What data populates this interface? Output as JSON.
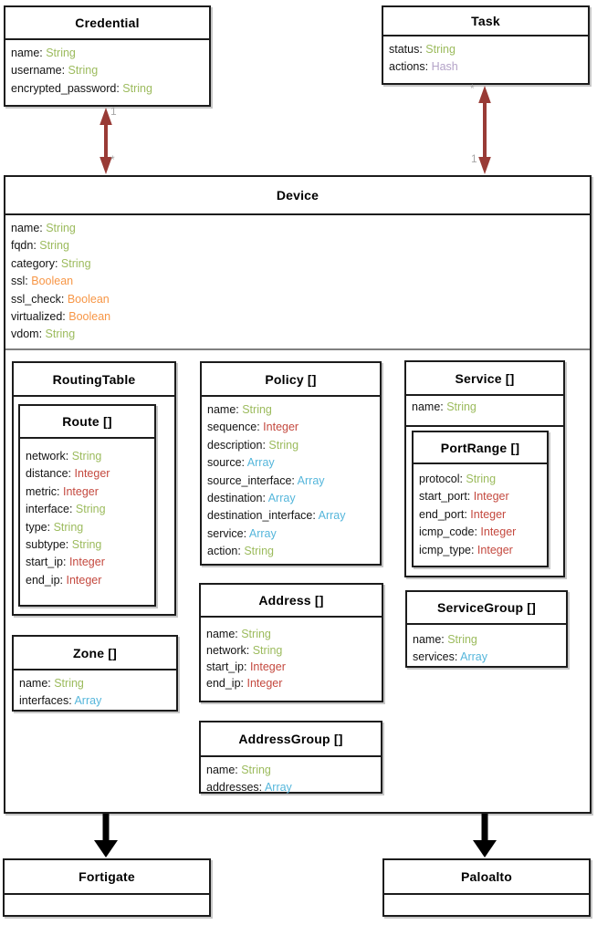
{
  "colors": {
    "type_string": "#9cbb5d",
    "type_integer": "#c4493f",
    "type_boolean": "#f79646",
    "type_array": "#55b6db",
    "type_hash": "#b3a2c7",
    "association_arrow": "#993b36",
    "inheritance_arrow": "#000000",
    "multiplicity_label": "#a6a6a6",
    "box_border": "#1c1c1c"
  },
  "type_colors": {
    "String": "#9cbb5d",
    "Integer": "#c4493f",
    "Boolean": "#f79646",
    "Array": "#55b6db",
    "Hash": "#b3a2c7"
  },
  "classes": {
    "credential": {
      "title": "Credential",
      "attrs": [
        {
          "n": "name",
          "t": "String"
        },
        {
          "n": "username",
          "t": "String"
        },
        {
          "n": "encrypted_password",
          "t": "String"
        }
      ]
    },
    "task": {
      "title": "Task",
      "attrs": [
        {
          "n": "status",
          "t": "String"
        },
        {
          "n": "actions",
          "t": "Hash"
        }
      ]
    },
    "device": {
      "title": "Device",
      "attrs": [
        {
          "n": "name",
          "t": "String"
        },
        {
          "n": "fqdn",
          "t": "String"
        },
        {
          "n": "category",
          "t": "String"
        },
        {
          "n": "ssl",
          "t": "Boolean"
        },
        {
          "n": "ssl_check",
          "t": "Boolean"
        },
        {
          "n": "virtualized",
          "t": "Boolean"
        },
        {
          "n": "vdom",
          "t": "String"
        }
      ]
    },
    "routingtable": {
      "title": "RoutingTable",
      "attrs": []
    },
    "route": {
      "title": "Route []",
      "attrs": [
        {
          "n": "network",
          "t": "String"
        },
        {
          "n": "distance",
          "t": "Integer"
        },
        {
          "n": "metric",
          "t": "Integer"
        },
        {
          "n": "interface",
          "t": "String"
        },
        {
          "n": "type",
          "t": "String"
        },
        {
          "n": "subtype",
          "t": "String"
        },
        {
          "n": "start_ip",
          "t": "Integer"
        },
        {
          "n": "end_ip",
          "t": "Integer"
        }
      ]
    },
    "zone": {
      "title": "Zone []",
      "attrs": [
        {
          "n": "name",
          "t": "String"
        },
        {
          "n": "interfaces",
          "t": "Array"
        }
      ]
    },
    "policy": {
      "title": "Policy []",
      "attrs": [
        {
          "n": "name",
          "t": "String"
        },
        {
          "n": "sequence",
          "t": "Integer"
        },
        {
          "n": "description",
          "t": "String"
        },
        {
          "n": "source",
          "t": "Array"
        },
        {
          "n": "source_interface",
          "t": "Array"
        },
        {
          "n": "destination",
          "t": "Array"
        },
        {
          "n": "destination_interface",
          "t": "Array"
        },
        {
          "n": "service",
          "t": "Array"
        },
        {
          "n": "action",
          "t": "String"
        }
      ]
    },
    "address": {
      "title": "Address []",
      "attrs": [
        {
          "n": "name",
          "t": "String"
        },
        {
          "n": "network",
          "t": "String"
        },
        {
          "n": "start_ip",
          "t": "Integer"
        },
        {
          "n": "end_ip",
          "t": "Integer"
        }
      ]
    },
    "addressgroup": {
      "title": "AddressGroup []",
      "attrs": [
        {
          "n": "name",
          "t": "String"
        },
        {
          "n": "addresses",
          "t": "Array"
        }
      ]
    },
    "service": {
      "title": "Service []",
      "attrs": [
        {
          "n": "name",
          "t": "String"
        }
      ]
    },
    "portrange": {
      "title": "PortRange []",
      "attrs": [
        {
          "n": "protocol",
          "t": "String"
        },
        {
          "n": "start_port",
          "t": "Integer"
        },
        {
          "n": "end_port",
          "t": "Integer"
        },
        {
          "n": "icmp_code",
          "t": "Integer"
        },
        {
          "n": "icmp_type",
          "t": "Integer"
        }
      ]
    },
    "servicegroup": {
      "title": "ServiceGroup []",
      "attrs": [
        {
          "n": "name",
          "t": "String"
        },
        {
          "n": "services",
          "t": "Array"
        }
      ]
    },
    "fortigate": {
      "title": "Fortigate",
      "attrs": []
    },
    "paloalto": {
      "title": "Paloalto",
      "attrs": []
    }
  },
  "relationships": {
    "credential_device": {
      "credential_end": "1",
      "device_end": "*"
    },
    "task_device": {
      "task_end": "*",
      "device_end": "1"
    }
  }
}
